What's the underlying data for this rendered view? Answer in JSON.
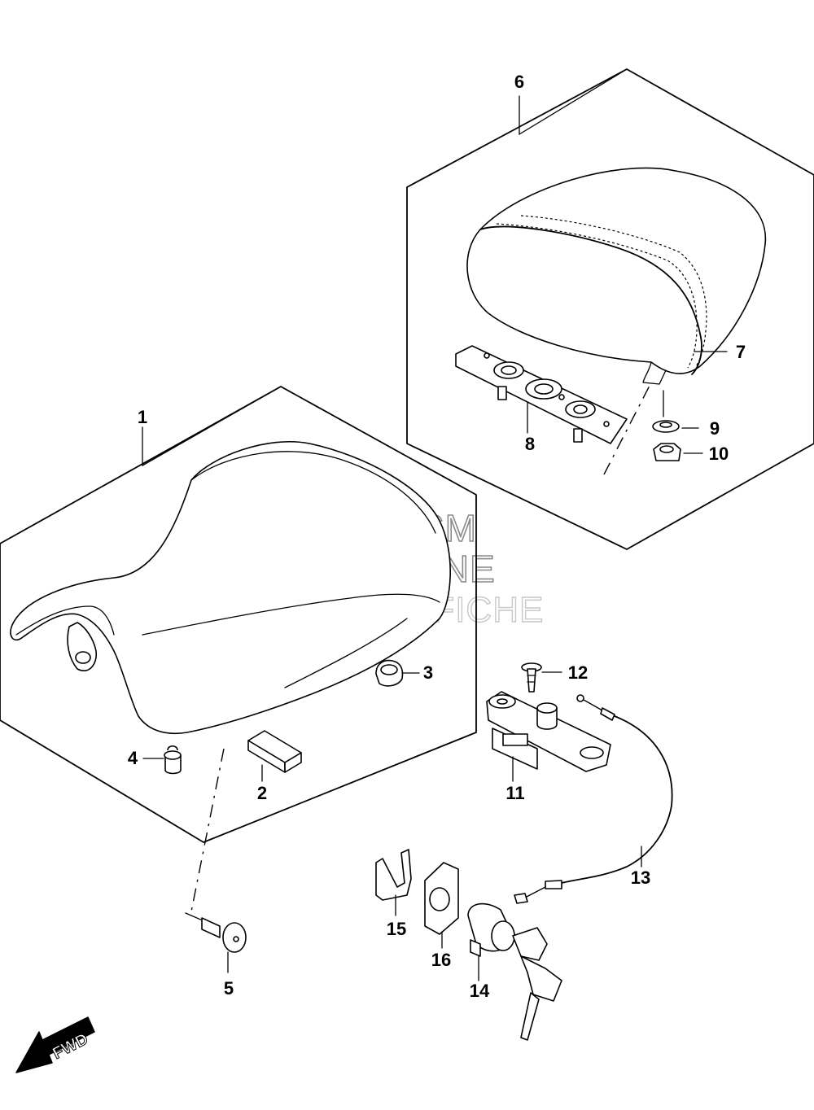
{
  "watermark": {
    "line1": "HLSM",
    "line2": "ONLINE",
    "line3": "MICROFICHE"
  },
  "direction_badge": "FWD",
  "callouts": {
    "c1": "1",
    "c2": "2",
    "c3": "3",
    "c4": "4",
    "c5": "5",
    "c6": "6",
    "c7": "7",
    "c8": "8",
    "c9": "9",
    "c10": "10",
    "c11": "11",
    "c12": "12",
    "c13": "13",
    "c14": "14",
    "c15": "15",
    "c16": "16"
  }
}
